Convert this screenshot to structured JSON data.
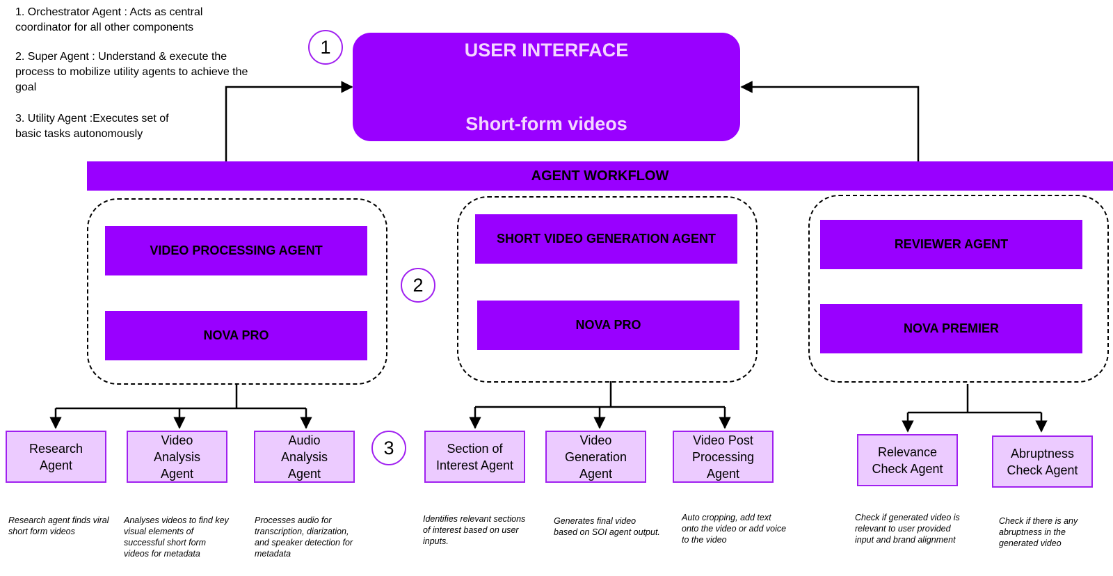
{
  "legend": {
    "item1_line1": "1. Orchestrator Agent : Acts as central",
    "item1_line2": "coordinator for all other components",
    "item2_line1": "2. Super Agent : Understand & execute the",
    "item2_line2": "process to mobilize utility agents to achieve the",
    "item2_line3": "goal",
    "item3_line1": "3. Utility Agent :Executes set of",
    "item3_line2": "basic tasks autonomously"
  },
  "markers": {
    "one": "1",
    "two": "2",
    "three": "3"
  },
  "user_interface": {
    "title": "USER INTERFACE",
    "subtitle": "Short-form videos"
  },
  "workflow": {
    "label": "AGENT WORKFLOW"
  },
  "groups": [
    {
      "agent": "VIDEO PROCESSING AGENT",
      "model": "NOVA PRO"
    },
    {
      "agent": "SHORT VIDEO GENERATION AGENT",
      "model": "NOVA PRO"
    },
    {
      "agent": "REVIEWER AGENT",
      "model": "NOVA PREMIER"
    }
  ],
  "utility_agents": [
    {
      "l1": "Research",
      "l2": "Agent",
      "d1": "Research agent finds viral",
      "d2": "short form videos"
    },
    {
      "l1": "Video",
      "l2": "Analysis",
      "l3": "Agent",
      "d1": "Analyses videos to find key",
      "d2": "visual elements of",
      "d3": "successful short form",
      "d4": "videos for metadata"
    },
    {
      "l1": "Audio",
      "l2": "Analysis",
      "l3": "Agent",
      "d1": "Processes audio for",
      "d2": "transcription, diarization,",
      "d3": "and speaker detection for",
      "d4": "metadata"
    },
    {
      "l1": "Section of",
      "l2": "Interest Agent",
      "d1": "Identifies relevant sections",
      "d2": "of interest based on user",
      "d3": "inputs."
    },
    {
      "l1": "Video",
      "l2": "Generation",
      "l3": "Agent",
      "d1": "Generates final video",
      "d2": "based on SOI agent output."
    },
    {
      "l1": "Video Post",
      "l2": "Processing",
      "l3": "Agent",
      "d1": "Auto cropping, add text",
      "d2": "onto the video or add voice",
      "d3": "to the video"
    },
    {
      "l1": "Relevance",
      "l2": "Check Agent",
      "d1": "Check if generated video is",
      "d2": "relevant to user provided",
      "d3": "input and brand alignment"
    },
    {
      "l1": "Abruptness",
      "l2": "Check Agent",
      "d1": "Check if there is any",
      "d2": "abruptness in the",
      "d3": "generated video"
    }
  ],
  "colors": {
    "super_agent": "#9900ff",
    "utility_fill": "#eccbff",
    "utility_border": "#a020f0",
    "ui_text": "#f4d8ff"
  }
}
